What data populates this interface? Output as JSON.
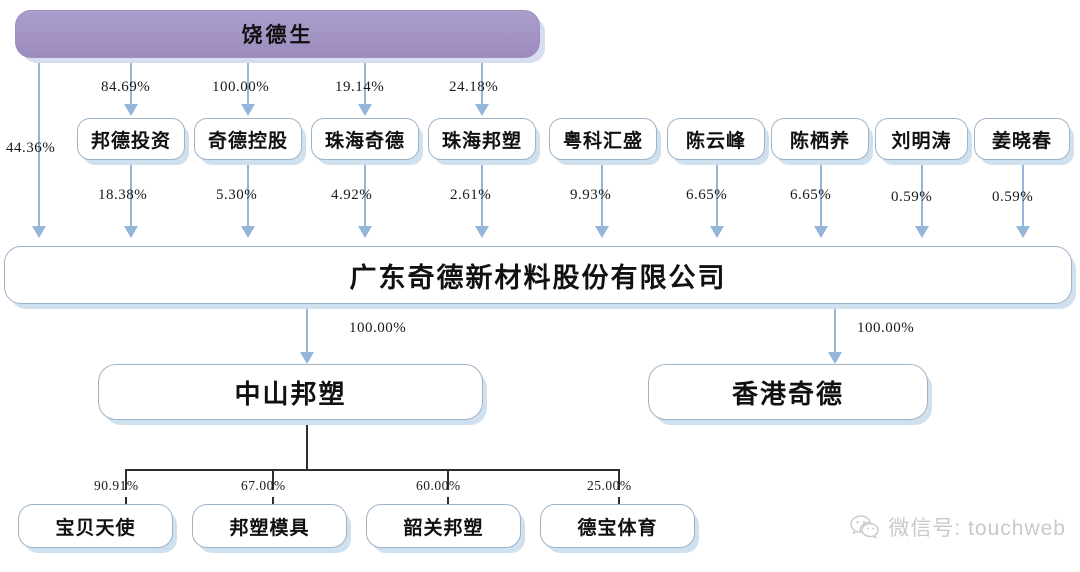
{
  "diagram": {
    "type": "ownership-structure-chart",
    "root": {
      "label": "饶德生"
    },
    "main_company": {
      "label": "广东奇德新材料股份有限公司"
    },
    "direct_stake": {
      "label": "44.36%"
    },
    "shareholders": [
      {
        "label": "邦德投资",
        "from_root": "84.69%",
        "to_main": "18.38%"
      },
      {
        "label": "奇德控股",
        "from_root": "100.00%",
        "to_main": "5.30%"
      },
      {
        "label": "珠海奇德",
        "from_root": "19.14%",
        "to_main": "4.92%"
      },
      {
        "label": "珠海邦塑",
        "from_root": "24.18%",
        "to_main": "2.61%"
      },
      {
        "label": "粤科汇盛",
        "from_root": "",
        "to_main": "9.93%"
      },
      {
        "label": "陈云峰",
        "from_root": "",
        "to_main": "6.65%"
      },
      {
        "label": "陈栖养",
        "from_root": "",
        "to_main": "6.65%"
      },
      {
        "label": "刘明涛",
        "from_root": "",
        "to_main": "0.59%"
      },
      {
        "label": "姜晓春",
        "from_root": "",
        "to_main": "0.59%"
      }
    ],
    "subsidiaries": [
      {
        "label": "中山邦塑",
        "stake": "100.00%"
      },
      {
        "label": "香港奇德",
        "stake": "100.00%"
      }
    ],
    "sub_subsidiaries": [
      {
        "label": "宝贝天使",
        "stake": "90.91%"
      },
      {
        "label": "邦塑模具",
        "stake": "67.00%"
      },
      {
        "label": "韶关邦塑",
        "stake": "60.00%"
      },
      {
        "label": "德宝体育",
        "stake": "25.00%"
      }
    ]
  },
  "watermark": {
    "icon": "wechat-icon",
    "text": "微信号: touchweb"
  },
  "colors": {
    "root_fill": "#a394c4",
    "connector": "#94b6d8",
    "box_border": "#9fb3c8",
    "box_shadow": "#cfe0ef",
    "tree_line": "#2e2e2e",
    "watermark": "#c9c9c9"
  }
}
